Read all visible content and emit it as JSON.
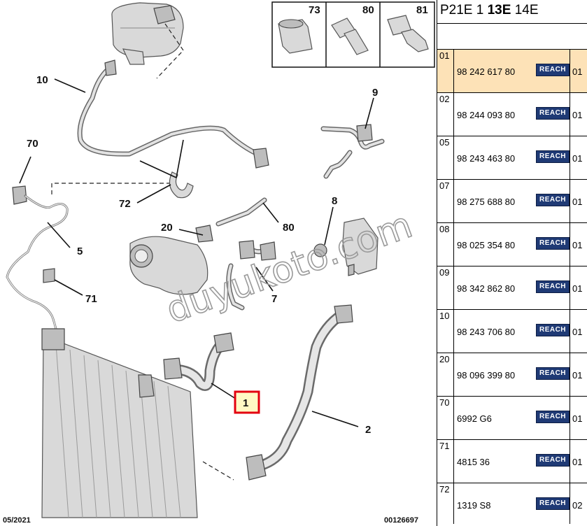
{
  "diagram": {
    "callouts": [
      {
        "id": "10",
        "label": "10"
      },
      {
        "id": "70",
        "label": "70"
      },
      {
        "id": "72",
        "label": "72"
      },
      {
        "id": "9",
        "label": "9"
      },
      {
        "id": "5",
        "label": "5"
      },
      {
        "id": "20",
        "label": "20"
      },
      {
        "id": "80",
        "label": "80"
      },
      {
        "id": "8",
        "label": "8"
      },
      {
        "id": "71",
        "label": "71"
      },
      {
        "id": "7",
        "label": "7"
      },
      {
        "id": "1",
        "label": "1"
      },
      {
        "id": "2",
        "label": "2"
      }
    ],
    "fastener_box": {
      "items": [
        {
          "label": "73"
        },
        {
          "label": "80"
        },
        {
          "label": "81"
        }
      ]
    },
    "watermark": "duyukoto.com",
    "footer_left": "05/2021",
    "footer_right": "00126697",
    "selected_callout_color": "#e3000f"
  },
  "table": {
    "header": {
      "p1": "P21E 1 ",
      "p2": "13E",
      "p3": " 14E"
    },
    "badge_label": "REACH",
    "badge_color": "#1f3a75",
    "selected_row_color": "#fde2b7",
    "rows": [
      {
        "pos": "01",
        "ref": "98 242 617 80",
        "qty": "01",
        "selected": true
      },
      {
        "pos": "02",
        "ref": "98 244 093 80",
        "qty": "01"
      },
      {
        "pos": "05",
        "ref": "98 243 463 80",
        "qty": "01"
      },
      {
        "pos": "07",
        "ref": "98 275 688 80",
        "qty": "01"
      },
      {
        "pos": "08",
        "ref": "98 025 354 80",
        "qty": "01"
      },
      {
        "pos": "09",
        "ref": "98 342 862 80",
        "qty": "01"
      },
      {
        "pos": "10",
        "ref": "98 243 706 80",
        "qty": "01"
      },
      {
        "pos": "20",
        "ref": "98 096 399 80",
        "qty": "01"
      },
      {
        "pos": "70",
        "ref": "6992 G6",
        "qty": "01"
      },
      {
        "pos": "71",
        "ref": "4815 36",
        "qty": "01"
      },
      {
        "pos": "72",
        "ref": "1319 S8",
        "qty": "02"
      }
    ]
  }
}
